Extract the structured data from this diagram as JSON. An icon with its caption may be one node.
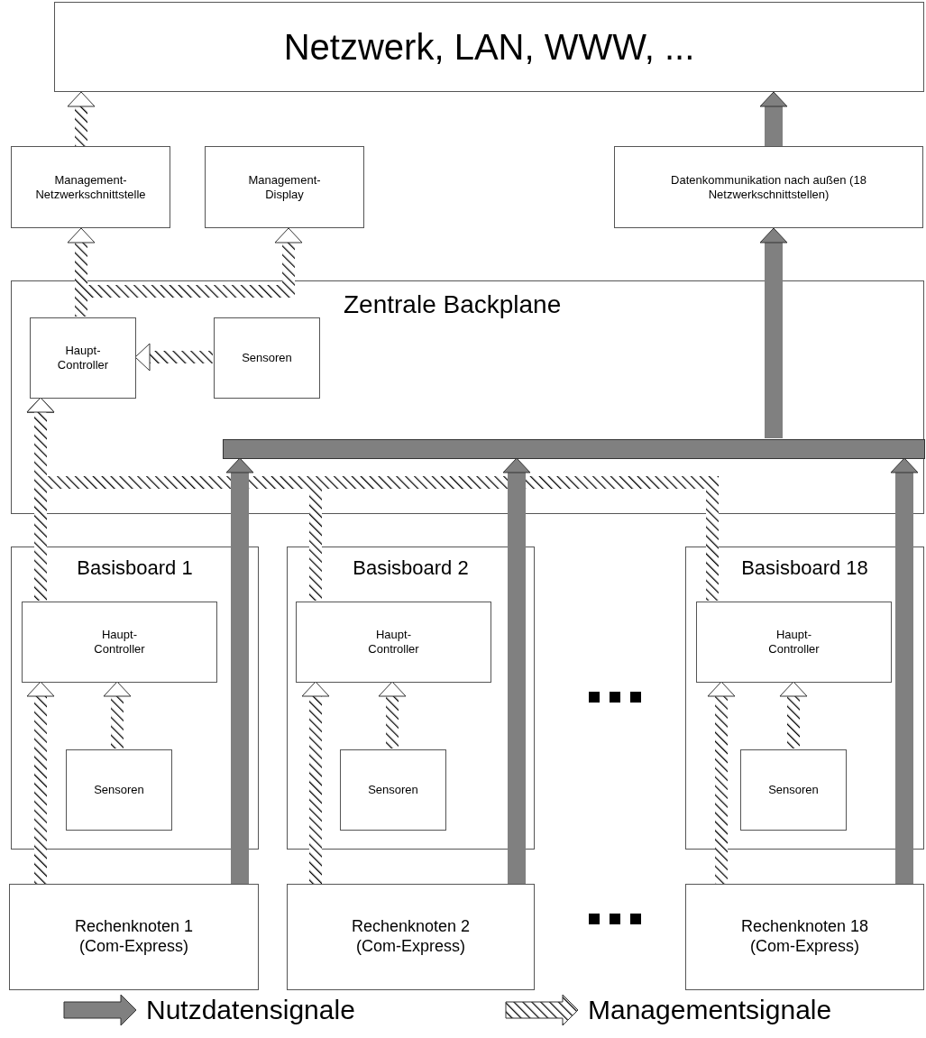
{
  "diagram": {
    "nodes": [
      {
        "text": [
          "Netzwerk, LAN, WWW, ..."
        ]
      },
      {
        "text": [
          "Management- Netzwerkschnittstelle"
        ]
      },
      {
        "text": [
          "Management- Display"
        ]
      },
      {
        "text": [
          "Datenkommunikation nach außen (18 Netzwerkschnittstellen)"
        ]
      },
      {
        "text": [
          "Zentrale Backplane"
        ]
      },
      {
        "text": [
          "Haupt- Controller"
        ],
        "in": 4
      },
      {
        "text": [
          "Sensoren"
        ],
        "in": 4
      },
      {
        "text": [
          "Basisboard 1"
        ]
      },
      {
        "text": [
          "Haupt- Controller"
        ],
        "in": 7
      },
      {
        "text": [
          "Sensoren"
        ],
        "in": 7
      },
      {
        "text": [
          "Basisboard 2"
        ]
      },
      {
        "text": [
          "Haupt- Controller"
        ],
        "in": 10
      },
      {
        "text": [
          "Sensoren"
        ],
        "in": 10
      },
      {
        "text": [
          "Basisboard 18"
        ]
      },
      {
        "text": [
          "Haupt- Controller"
        ],
        "in": 13
      },
      {
        "text": [
          "Sensoren"
        ],
        "in": 13
      },
      {
        "text": [
          "Rechenknoten 1 (Com-Express)"
        ]
      },
      {
        "text": [
          "Rechenknoten 2 (Com-Express)"
        ]
      },
      {
        "text": [
          "Rechenknoten 18 (Com-Express)"
        ]
      },
      {
        "text": [],
        "shape": "bar",
        "in": 4
      }
    ],
    "edges": [
      {
        "from": 1,
        "to": 0,
        "arrow": "to"
      },
      {
        "from": 5,
        "to": 1,
        "arrow": "to"
      },
      {
        "from": 5,
        "to": 2,
        "arrow": "to"
      },
      {
        "from": 6,
        "to": 5,
        "arrow": "to"
      },
      {
        "from": 8,
        "to": 5,
        "arrow": "to"
      },
      {
        "from": 11,
        "to": 5,
        "arrow": "to"
      },
      {
        "from": 14,
        "to": 5,
        "arrow": "to"
      },
      {
        "from": 9,
        "to": 8,
        "arrow": "to"
      },
      {
        "from": 16,
        "to": 8,
        "arrow": "to"
      },
      {
        "from": 12,
        "to": 11,
        "arrow": "to"
      },
      {
        "from": 17,
        "to": 11,
        "arrow": "to"
      },
      {
        "from": 15,
        "to": 14,
        "arrow": "to"
      },
      {
        "from": 18,
        "to": 14,
        "arrow": "to"
      },
      {
        "from": 3,
        "to": 0,
        "arrow": "to",
        "color": "#808080"
      },
      {
        "from": 19,
        "to": 3,
        "arrow": "to",
        "color": "#808080"
      },
      {
        "from": 16,
        "to": 19,
        "arrow": "to",
        "color": "#808080"
      },
      {
        "from": 17,
        "to": 19,
        "arrow": "to",
        "color": "#808080"
      },
      {
        "from": 18,
        "to": 19,
        "arrow": "to",
        "color": "#808080"
      }
    ],
    "legend": [
      {
        "text": "Nutzdatensignale"
      },
      {
        "text": "Managementsignale"
      }
    ]
  }
}
